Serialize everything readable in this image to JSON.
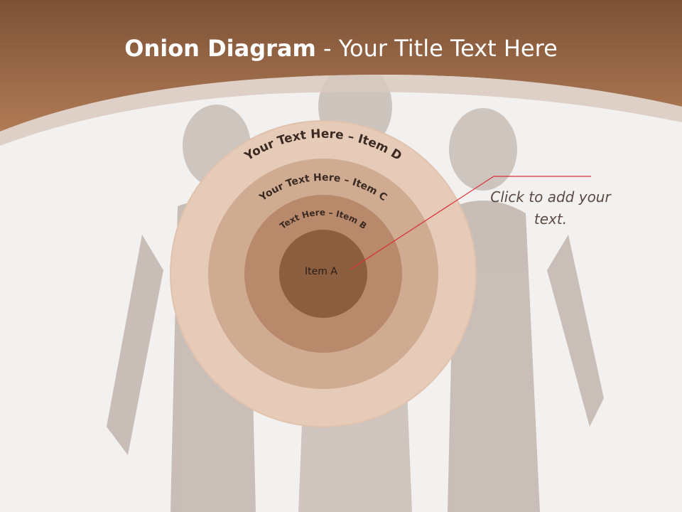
{
  "slide": {
    "title_bold": "Onion Diagram",
    "title_rest": " - Your Title Text Here"
  },
  "diagram": {
    "layers": [
      {
        "label": "Item A",
        "color": "#8b5e3f"
      },
      {
        "label": "Text Here – Item B",
        "color": "#b8896b"
      },
      {
        "label": "Your Text Here – Item C",
        "color": "#cfab92"
      },
      {
        "label": "Your Text Here – Item D",
        "color": "#e6cbb8"
      }
    ],
    "callout_text": "Click  to add your text.",
    "callout_line_color": "#d9303a"
  },
  "theme": {
    "header_color": "#9c6844",
    "background": "#f3f1ef"
  }
}
